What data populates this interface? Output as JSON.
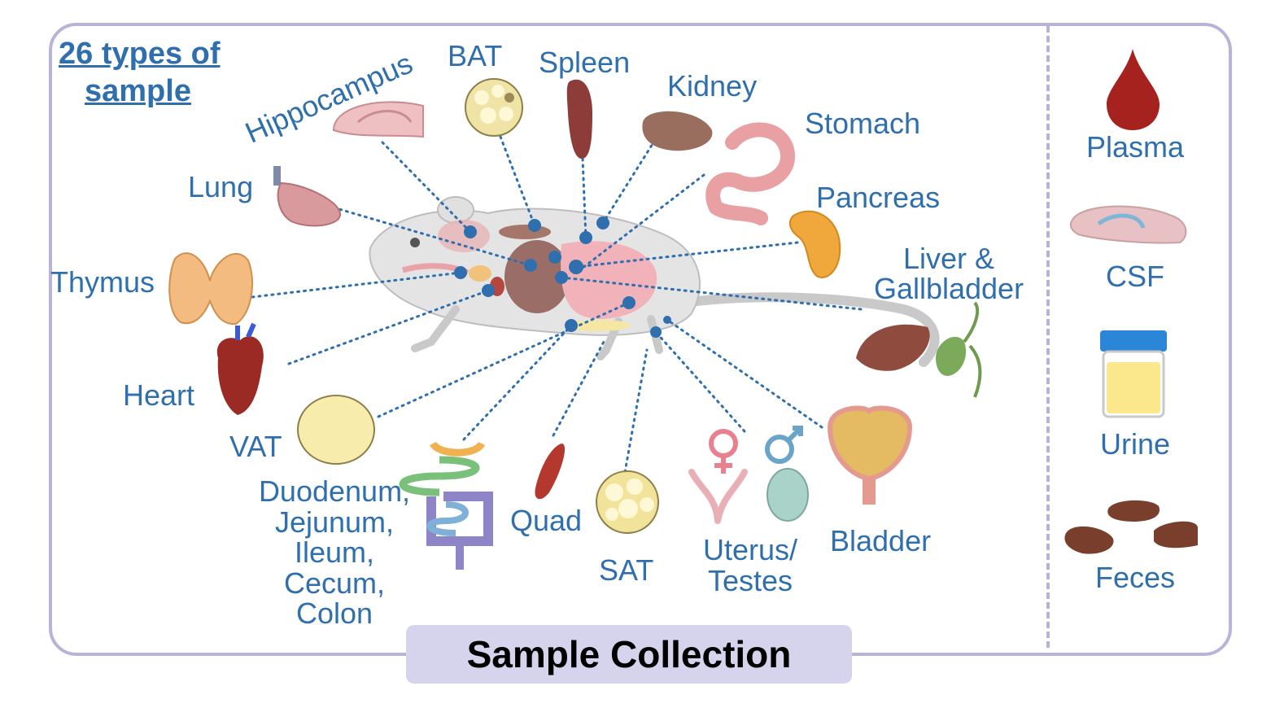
{
  "header": {
    "line1": "26 types of ",
    "line2": "sample "
  },
  "tissues": {
    "hippocampus": "Hippocampus",
    "bat": "BAT",
    "spleen": "Spleen",
    "kidney": "Kidney",
    "stomach": "Stomach",
    "lung": "Lung",
    "pancreas": "Pancreas",
    "liver_line1": "Liver &",
    "liver_line2": "Gallbladder",
    "thymus": "Thymus",
    "heart": "Heart",
    "vat": "VAT",
    "intestine_lines": [
      "Duodenum,",
      "Jejunum,",
      "Ileum,",
      "Cecum,",
      "Colon"
    ],
    "quad": "Quad",
    "sat": "SAT",
    "uterus_line1": "Uterus/",
    "uterus_line2": "Testes",
    "bladder": "Bladder"
  },
  "fluids": {
    "plasma": "Plasma",
    "csf": "CSF",
    "urine": "Urine",
    "feces": "Feces"
  },
  "banner": {
    "title": "Sample Collection"
  },
  "colors": {
    "label": "#2f6fae",
    "frame": "#b9b3d8",
    "banner_bg": "#d6d3ec",
    "dot": "#2f6fae"
  }
}
